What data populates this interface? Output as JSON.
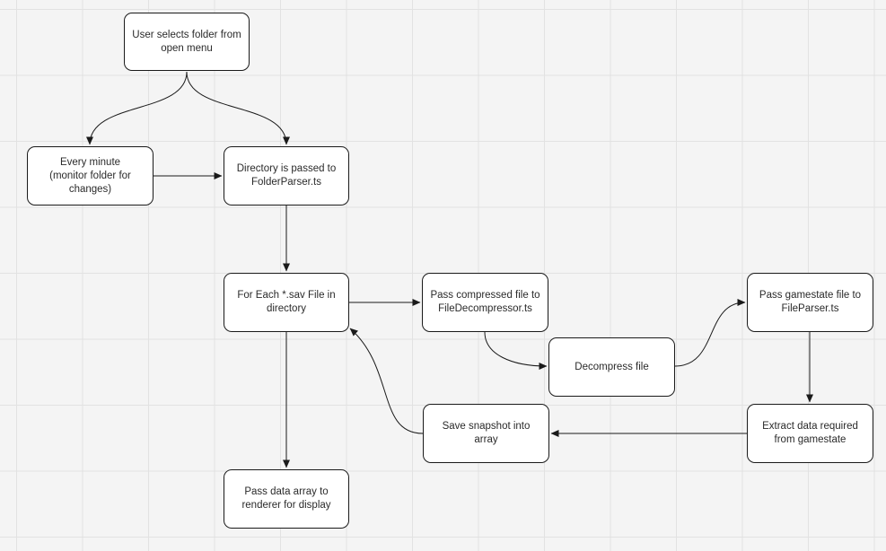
{
  "diagram": {
    "type": "flowchart",
    "nodes": [
      {
        "id": "user",
        "label": "User selects folder from\nopen menu"
      },
      {
        "id": "minute",
        "label": "Every minute\n(monitor folder for\nchanges)"
      },
      {
        "id": "directory",
        "label": "Directory is passed to\nFolderParser.ts"
      },
      {
        "id": "foreach",
        "label": "For Each *.sav File in\ndirectory"
      },
      {
        "id": "passcomp",
        "label": "Pass compressed file to\nFileDecompressor.ts"
      },
      {
        "id": "decompress",
        "label": "Decompress file"
      },
      {
        "id": "passgame",
        "label": "Pass gamestate file to\nFileParser.ts"
      },
      {
        "id": "extract",
        "label": "Extract data required\nfrom gamestate"
      },
      {
        "id": "snapshot",
        "label": "Save snapshot into array"
      },
      {
        "id": "render",
        "label": "Pass data array to\nrenderer for display"
      }
    ],
    "edges": [
      {
        "from": "user",
        "to": "minute"
      },
      {
        "from": "user",
        "to": "directory"
      },
      {
        "from": "minute",
        "to": "directory"
      },
      {
        "from": "directory",
        "to": "foreach"
      },
      {
        "from": "foreach",
        "to": "passcomp"
      },
      {
        "from": "passcomp",
        "to": "decompress"
      },
      {
        "from": "decompress",
        "to": "passgame"
      },
      {
        "from": "passgame",
        "to": "extract"
      },
      {
        "from": "extract",
        "to": "snapshot"
      },
      {
        "from": "snapshot",
        "to": "foreach"
      },
      {
        "from": "foreach",
        "to": "render"
      }
    ],
    "colors": {
      "background": "#f4f4f4",
      "grid": "#e2e2e2",
      "node_fill": "#ffffff",
      "node_border": "#1a1a1a",
      "edge": "#1a1a1a",
      "text": "#2a2a2a"
    }
  }
}
